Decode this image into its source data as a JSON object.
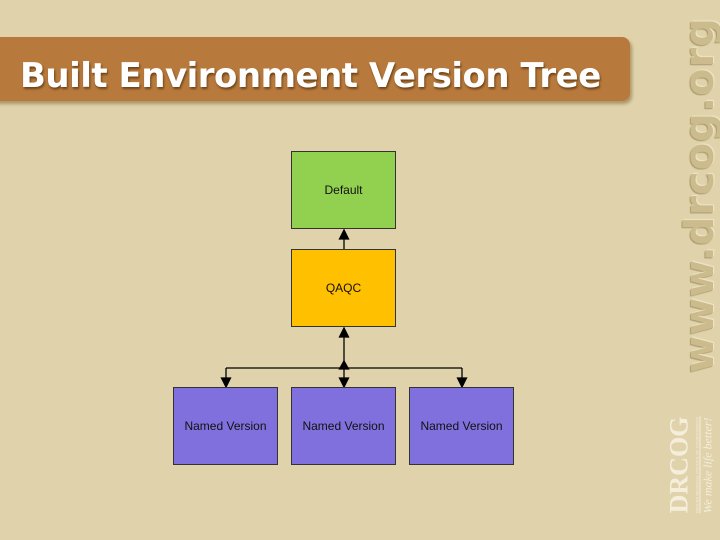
{
  "slide": {
    "title": "Built Environment Version Tree",
    "watermark": "www.drcog.org",
    "logo": {
      "name": "DRCOG",
      "subtitle": "DENVER REGIONAL COUNCIL OF GOVERNMENTS",
      "tagline": "We make life better!"
    }
  },
  "diagram": {
    "nodes": [
      {
        "id": "default",
        "label": "Default",
        "color": "#92d050"
      },
      {
        "id": "qaqc",
        "label": "QAQC",
        "color": "#ffc000"
      },
      {
        "id": "nv1",
        "label": "Named Version",
        "color": "#8070dd"
      },
      {
        "id": "nv2",
        "label": "Named Version",
        "color": "#8070dd"
      },
      {
        "id": "nv3",
        "label": "Named Version",
        "color": "#8070dd"
      }
    ],
    "edges": [
      [
        "qaqc",
        "default"
      ],
      [
        "nv1",
        "qaqc"
      ],
      [
        "nv2",
        "qaqc"
      ],
      [
        "nv3",
        "qaqc"
      ]
    ]
  }
}
